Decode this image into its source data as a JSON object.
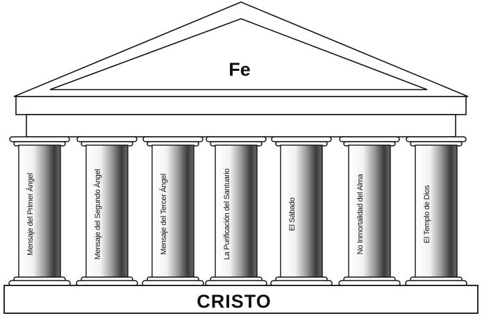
{
  "roof": {
    "label": "Fe"
  },
  "foundation": {
    "label": "CRISTO"
  },
  "pillars": [
    {
      "label": "Mensaje del Primer Ángel"
    },
    {
      "label": "Mensaje del Segundo Ángel"
    },
    {
      "label": "Mensaje del Tercer Ángel"
    },
    {
      "label": "La Purificación del Santuario"
    },
    {
      "label": "El Sábado"
    },
    {
      "label": "No Inmortalidad del Alma"
    },
    {
      "label": "El Templo de Dios"
    }
  ]
}
